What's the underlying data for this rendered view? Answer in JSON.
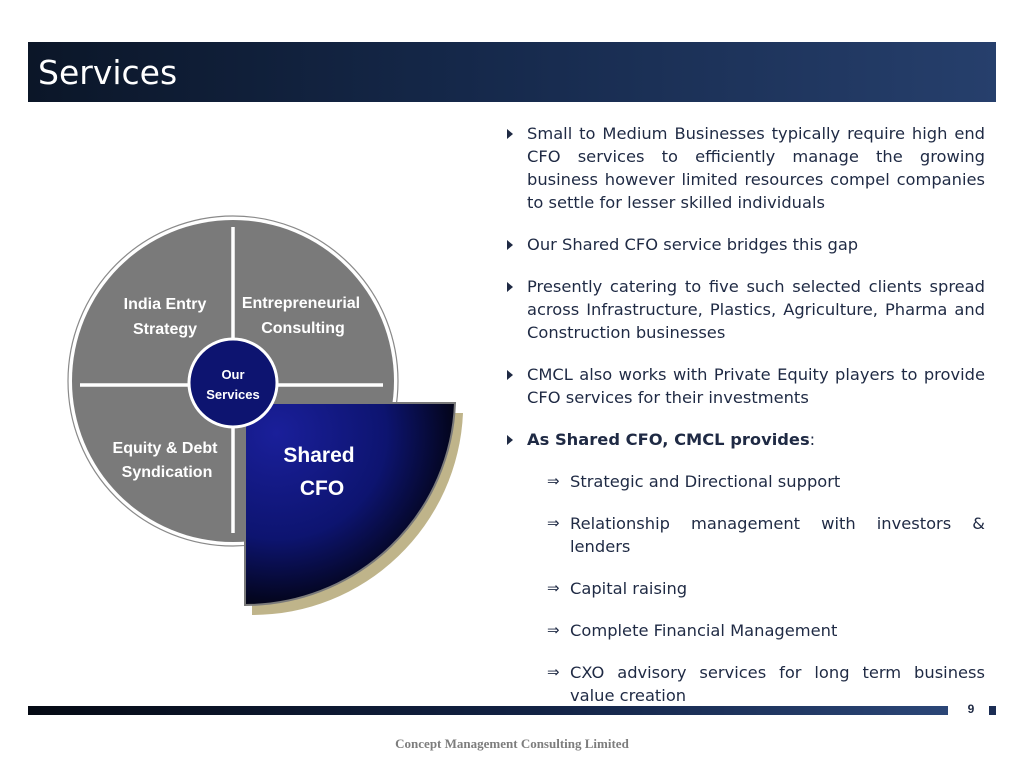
{
  "title": "Services",
  "diagram": {
    "center_line1": "Our",
    "center_line2": "Services",
    "segments": {
      "top_left": [
        "India Entry",
        "Strategy"
      ],
      "top_right": [
        "Entrepreneurial",
        "Consulting"
      ],
      "bottom_left": [
        "Equity & Debt",
        "Syndication"
      ],
      "bottom_right": [
        "Shared",
        "CFO"
      ]
    },
    "colors": {
      "segment": "#7a7a7a",
      "highlight": "#0d1470",
      "shadow": "#bfb48a"
    }
  },
  "bullets": [
    {
      "text": "Small to Medium Businesses typically require high end CFO services to efficiently manage the growing business however limited resources compel companies to settle for lesser skilled individuals"
    },
    {
      "text": "Our Shared CFO service bridges this gap"
    },
    {
      "text": "Presently catering to five such selected clients spread across Infrastructure, Plastics, Agriculture, Pharma and Construction businesses"
    },
    {
      "text": "CMCL also works with Private Equity players to provide CFO services for their investments"
    }
  ],
  "provides": {
    "bold": "As Shared CFO, CMCL provides",
    "suffix": ":"
  },
  "sub_bullets": [
    "Strategic and Directional support",
    "Relationship management with investors & lenders",
    "Capital raising",
    "Complete Financial Management",
    "CXO advisory services for long term business value creation"
  ],
  "page_number": "9",
  "footer": "Concept Management Consulting Limited"
}
